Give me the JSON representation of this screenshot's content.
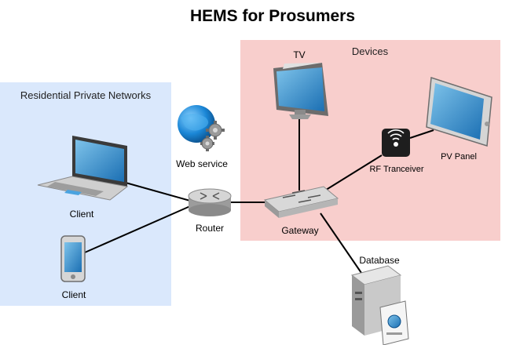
{
  "title": "HEMS for Prosumers",
  "regions": {
    "residential": {
      "label": "Residential Private Networks",
      "color": "#dae8fc"
    },
    "devices": {
      "label": "Devices",
      "color": "#f8cecc"
    }
  },
  "nodes": {
    "laptop_client": {
      "label": "Client",
      "icon": "laptop-icon"
    },
    "phone_client": {
      "label": "Client",
      "icon": "smartphone-icon"
    },
    "web_service": {
      "label": "Web service",
      "icon": "globe-gears-icon"
    },
    "router": {
      "label": "Router",
      "icon": "router-icon"
    },
    "gateway": {
      "label": "Gateway",
      "icon": "switch-icon"
    },
    "tv": {
      "label": "TV",
      "icon": "monitor-icon"
    },
    "rf": {
      "label": "RF Tranceiver",
      "icon": "rf-transceiver-icon"
    },
    "pv": {
      "label": "PV Panel",
      "icon": "tablet-icon"
    },
    "database": {
      "label": "Database",
      "icon": "database-server-icon"
    }
  },
  "edges": [
    [
      "laptop_client",
      "router"
    ],
    [
      "phone_client",
      "router"
    ],
    [
      "router",
      "gateway"
    ],
    [
      "gateway",
      "tv"
    ],
    [
      "gateway",
      "rf"
    ],
    [
      "rf",
      "pv"
    ],
    [
      "gateway",
      "database"
    ]
  ]
}
